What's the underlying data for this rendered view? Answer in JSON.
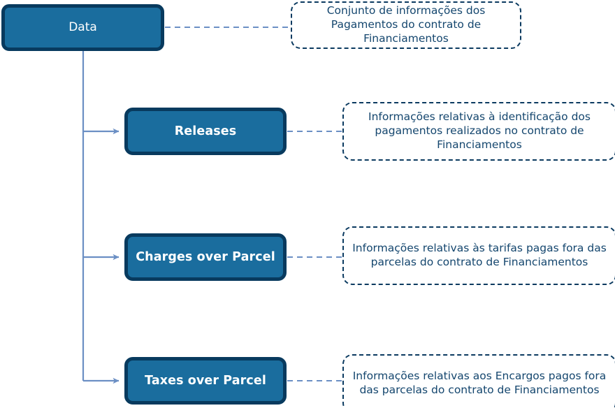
{
  "diagram": {
    "type": "hierarchy-tree",
    "colors": {
      "node_fill": "#1a6d9e",
      "node_border": "#083a5e",
      "node_text": "#ffffff",
      "annotation_border": "#0b3a60",
      "annotation_text": "#14466e",
      "connector_line": "#6b8fc4",
      "dashed_connector": "#6b8fc4",
      "background": "#ffffff"
    },
    "root": {
      "label": "Data",
      "annotation": "Conjunto de informações dos Pagamentos do contrato de Financiamentos"
    },
    "children": [
      {
        "label": "Releases",
        "annotation": "Informações relativas à identificação dos pagamentos realizados no contrato de Financiamentos"
      },
      {
        "label": "Charges over Parcel",
        "annotation": "Informações relativas às tarifas pagas fora das parcelas do contrato de Financiamentos"
      },
      {
        "label": "Taxes over Parcel",
        "annotation": "Informações relativas aos Encargos pagos fora das parcelas do contrato de Financiamentos"
      }
    ]
  }
}
